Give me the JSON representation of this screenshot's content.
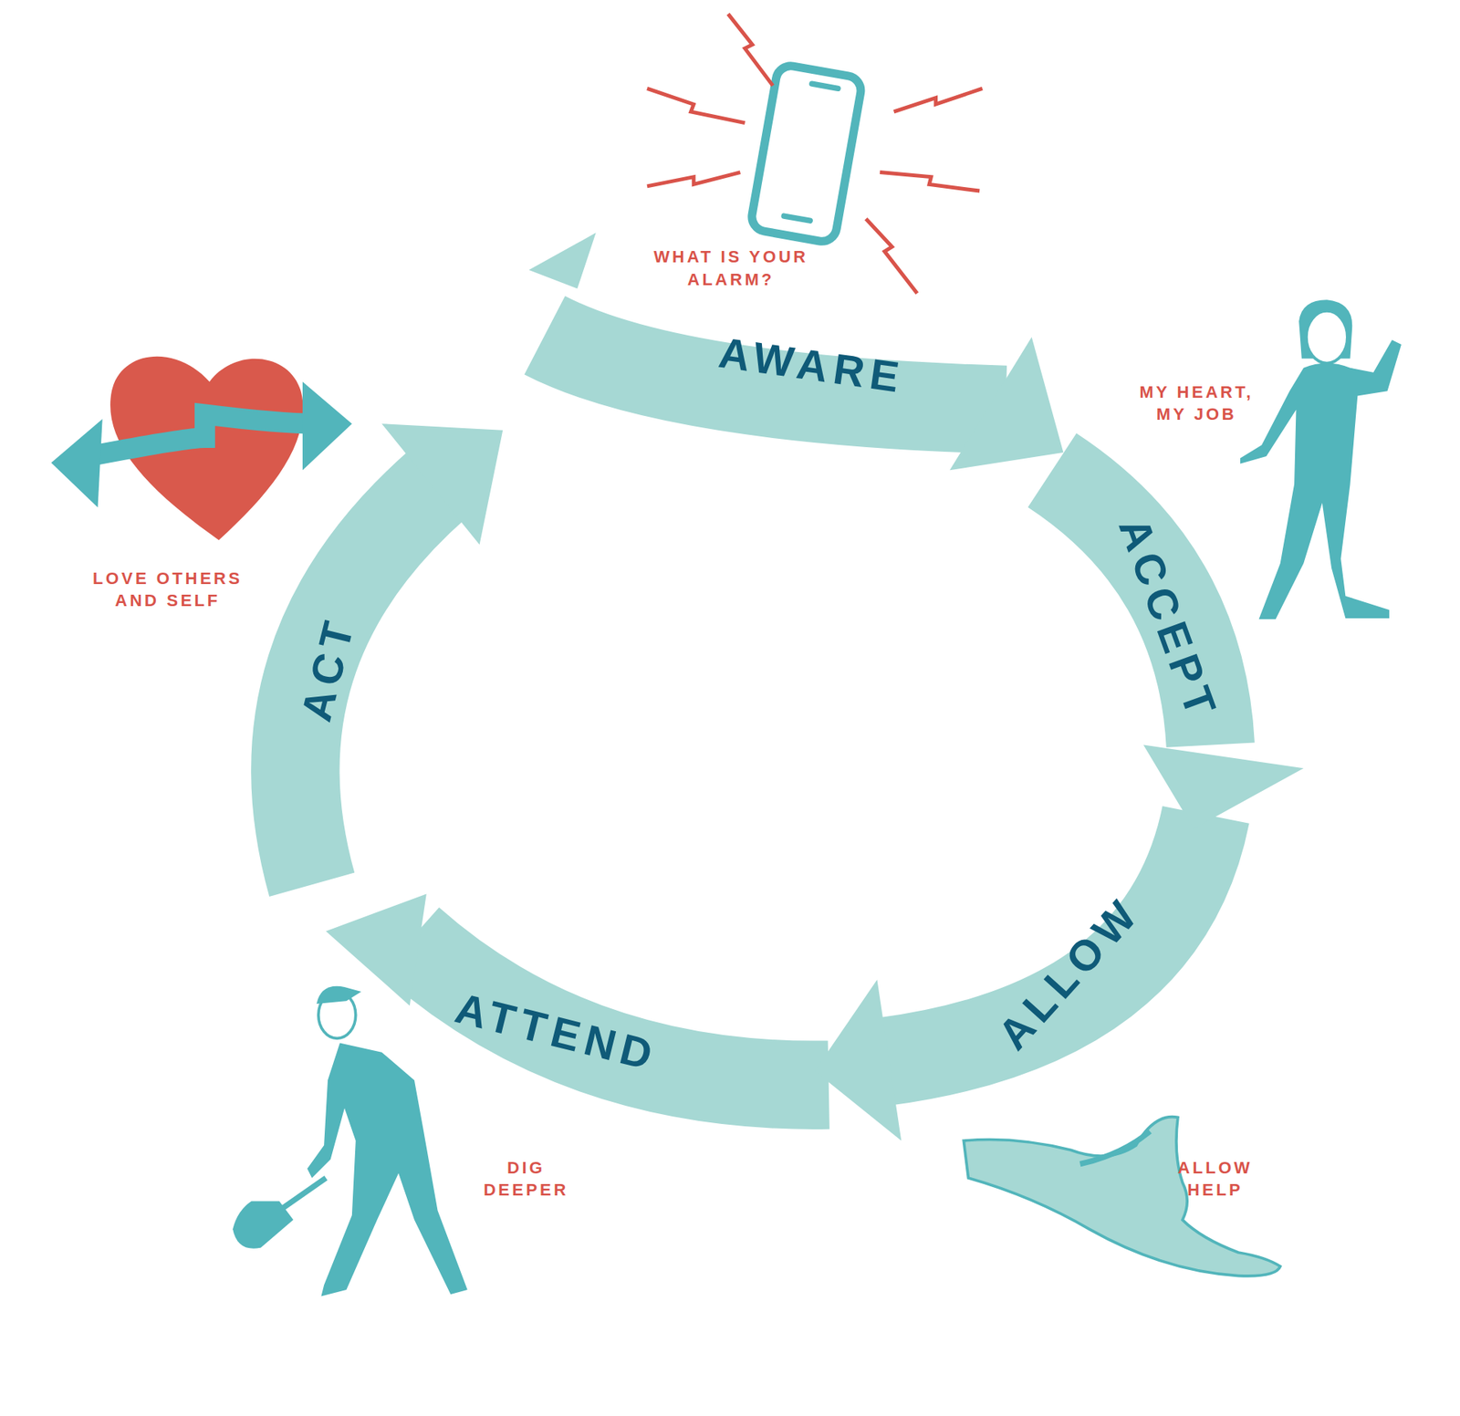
{
  "diagram": {
    "nodes": [
      {
        "text": [
          "AWARE"
        ]
      },
      {
        "text": [
          "ACCEPT"
        ]
      },
      {
        "text": [
          "ALLOW"
        ]
      },
      {
        "text": [
          "ATTEND"
        ]
      },
      {
        "text": [
          "ACT"
        ]
      }
    ],
    "labels": [
      "WHAT IS YOUR ALARM?",
      "MY HEART, MY JOB",
      "LOVE OTHERS AND SELF",
      "DIG DEEPER",
      "ALLOW HELP"
    ]
  }
}
